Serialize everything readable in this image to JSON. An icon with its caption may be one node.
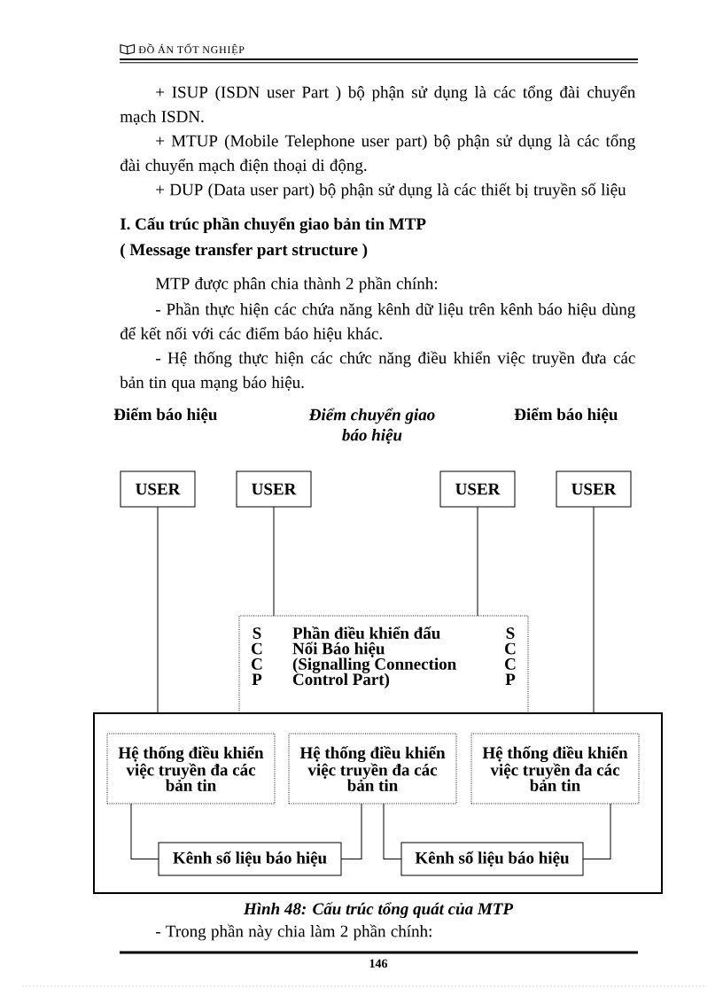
{
  "diagram": {
    "caption": "Hình 48: Cấu trúc tổng quát của MTP",
    "nodes": [
      {
        "text": [
          "USER"
        ]
      },
      {
        "text": [
          "USER"
        ]
      },
      {
        "text": [
          "USER"
        ]
      },
      {
        "text": [
          "USER"
        ]
      },
      {
        "text": [
          "S C C P",
          "Phần điều khiển đấu Nối Báo hiệu (Signalling Connection Control Part)",
          "S C C P"
        ]
      },
      {
        "text": [],
        "shape": "box"
      },
      {
        "text": [
          "Hệ thống điều khiển việc truyền đa các bản tin"
        ],
        "in": 5
      },
      {
        "text": [
          "Hệ thống điều khiển việc truyền đa các bản tin"
        ],
        "in": 5
      },
      {
        "text": [
          "Hệ thống điều khiển việc truyền đa các bản tin"
        ],
        "in": 5
      },
      {
        "text": [
          "Kênh số liệu báo hiệu"
        ],
        "in": 5
      },
      {
        "text": [
          "Kênh số liệu báo hiệu"
        ],
        "in": 5
      }
    ],
    "edges": [
      {
        "from": 0,
        "to": 5,
        "arrow": "none"
      },
      {
        "from": 1,
        "to": 4,
        "arrow": "none"
      },
      {
        "from": 2,
        "to": 4,
        "arrow": "none"
      },
      {
        "from": 3,
        "to": 5,
        "arrow": "none"
      },
      {
        "from": 6,
        "to": 9,
        "arrow": "none"
      },
      {
        "from": 7,
        "to": 9,
        "arrow": "none"
      },
      {
        "from": 7,
        "to": 10,
        "arrow": "none"
      },
      {
        "from": 8,
        "to": 10,
        "arrow": "none"
      }
    ],
    "labels": [
      "ĐỒ ÁN TỐT NGHIỆP",
      "+ ISUP (ISDN user Part ) bộ phận sử dụng là các tổng đài chuyển mạch ISDN.",
      "+ MTUP (Mobile Telephone user part) bộ phận sử dụng là các tổng đài chuyển mạch điện thoại di động.",
      "+ DUP (Data user part) bộ phận sử dụng là các thiết bị truyền số liệu",
      "I. Cấu trúc phần chuyển giao bản tin MTP",
      "( Message transfer part structure )",
      "MTP được phân chia thành 2 phần chính:",
      "- Phần thực hiện các chứa năng kênh dữ liệu trên kênh báo hiệu dùng để kết nối với các điểm báo hiệu khác.",
      "- Hệ thống thực hiện các chức năng điều khiển việc truyền đưa các bản tin qua mạng báo hiệu.",
      "Điểm báo hiệu",
      "Điểm chuyển giao báo hiệu",
      "Điểm báo hiệu",
      "- Trong phần này chia làm 2 phần chính:",
      "146"
    ]
  }
}
